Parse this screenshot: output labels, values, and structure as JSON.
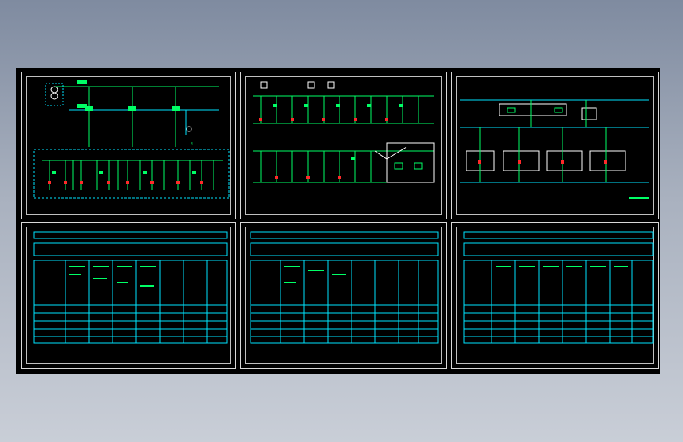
{
  "drawing": {
    "background_color": "#000000",
    "line_color_primary": "#00ff66",
    "line_color_secondary": "#00e5ff",
    "accent_red": "#ff2a2a",
    "accent_white": "#ffffff",
    "sheets": [
      {
        "id": "sheet-1",
        "kind": "single-line-diagram",
        "caption": ""
      },
      {
        "id": "sheet-2",
        "kind": "single-line-diagram",
        "caption": ""
      },
      {
        "id": "sheet-3",
        "kind": "single-line-diagram",
        "caption": ""
      },
      {
        "id": "sheet-4",
        "kind": "schedule-table",
        "caption": ""
      },
      {
        "id": "sheet-5",
        "kind": "schedule-table",
        "caption": ""
      },
      {
        "id": "sheet-6",
        "kind": "schedule-table",
        "caption": ""
      }
    ]
  }
}
